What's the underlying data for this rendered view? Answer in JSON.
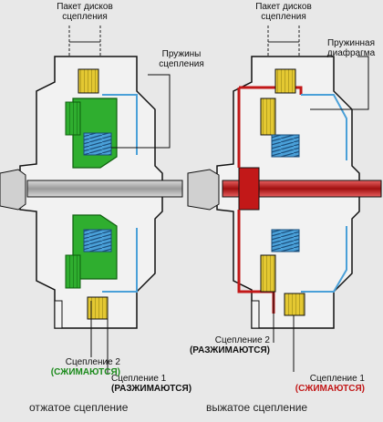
{
  "colors": {
    "background": "#e8e8e8",
    "housing": "#f2f2f2",
    "outline": "#111111",
    "engaged_green": "#1b8a1b",
    "engaged_green_fill": "#2fae2f",
    "engaged_red": "#c21818",
    "engaged_red_fill": "#d22424",
    "spring_blue": "#4aa0d8",
    "friction_yellow": "#e4c832",
    "shaft": "#a9a9a9"
  },
  "left_diagram": {
    "label_pack": "Пакет дисков\nсцепления",
    "label_springs": "Пружины\nсцепления",
    "label_clutch2": "Сцепление 2",
    "label_clutch2_state": "(СЖИМАЮТСЯ)",
    "label_clutch1": "Сцепление 1",
    "label_clutch1_state": "(РАЗЖИМАЮТСЯ)",
    "caption": "отжатое сцепление"
  },
  "right_diagram": {
    "label_pack": "Пакет дисков\nсцепления",
    "label_diaphragm": "Пружинная\nдиафрагма",
    "label_clutch2": "Сцепление 2",
    "label_clutch2_state": "(РАЗЖИМАЮТСЯ)",
    "label_clutch1": "Сцепление 1",
    "label_clutch1_state": "(СЖИМАЮТСЯ)",
    "caption": "выжатое сцепление"
  },
  "icons": [
    "clutch-assembly-illustration"
  ]
}
